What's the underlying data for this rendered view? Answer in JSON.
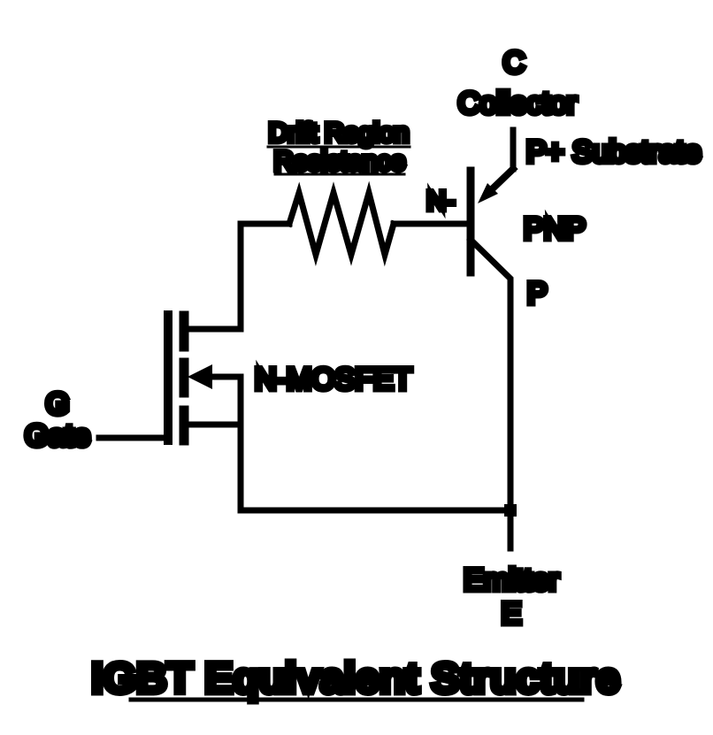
{
  "diagram": {
    "title": "IGBT Equivalent Structure",
    "labels": {
      "collector_letter": "C",
      "collector_name": "Collector",
      "p_plus_substrate": "P+ Substrate",
      "drift_region_line1": "Drift Region",
      "drift_region_line2": "Resistance",
      "n_minus": "N-",
      "pnp": "PNP",
      "p_region": "P",
      "n_mosfet": "N-MOSFET",
      "gate_letter": "G",
      "gate_name": "Gate",
      "emitter_name": "Emitter",
      "emitter_letter": "E"
    },
    "colors": {
      "line": "#000000",
      "background": "#ffffff"
    }
  }
}
